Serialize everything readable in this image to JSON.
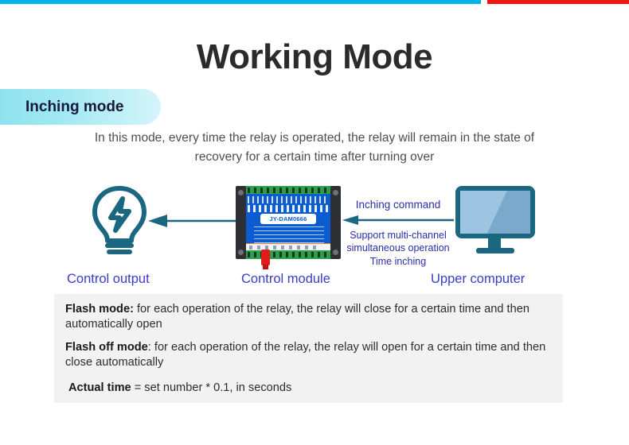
{
  "topbar": {
    "cyan_color": "#00b4ea",
    "red_color": "#f21313"
  },
  "header": {
    "title": "Working Mode"
  },
  "badge": {
    "label": "Inching mode",
    "gradient_start": "#8ee2ef",
    "gradient_end": "#d5f5fa"
  },
  "description": {
    "text": "In this mode, every time the relay is operated, the relay will remain in the state of recovery for a certain time after turning over"
  },
  "diagram": {
    "bulb_icon": "lightbulb-with-bolt-icon",
    "bulb_color": "#1b6680",
    "arrow_color": "#1b6680",
    "module_label": "JY-DAM0666",
    "monitor_icon": "desktop-monitor-icon",
    "monitor_frame_color": "#1b6680",
    "monitor_screen_color": "#9dc4e0",
    "command": {
      "title": "Inching command",
      "line1": "Support multi-channel",
      "line2": "simultaneous operation",
      "line3": "Time inching",
      "text_color": "#2b2ea8"
    },
    "captions": {
      "output": "Control output",
      "module": "Control module",
      "upper": "Upper computer",
      "color": "#3b3bcc"
    }
  },
  "info_box": {
    "background": "#f2f2f2",
    "flash_mode_label": "Flash mode:",
    "flash_mode_text": " for each operation of the relay, the relay will close for a certain time and then automatically open",
    "flash_off_label": "Flash off mode",
    "flash_off_text": ": for each operation of the relay, the relay will open for a certain time and then close automatically",
    "actual_time_label": "Actual time",
    "actual_time_text": " = set number * 0.1, in seconds"
  }
}
